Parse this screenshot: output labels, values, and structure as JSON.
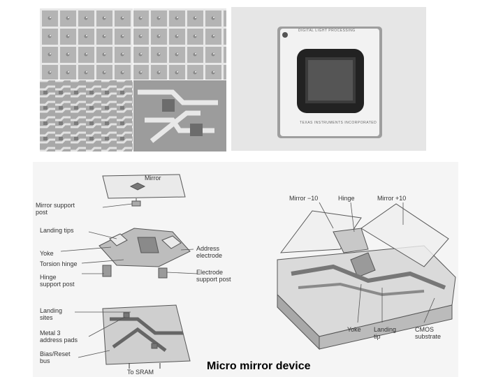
{
  "chip": {
    "top_text": "DIGITAL LIGHT PROCESSING",
    "bottom_text": "TEXAS INSTRUMENTS INCORPORATED"
  },
  "exploded_labels": {
    "mirror": "Mirror",
    "mirror_support_post": "Mirror support\npost",
    "landing_tips": "Landing tips",
    "yoke": "Yoke",
    "torsion_hinge": "Torsion hinge",
    "hinge_support_post": "Hinge\nsupport post",
    "address_electrode": "Address\nelectrode",
    "electrode_support_post": "Electrode\nsupport post",
    "landing_sites": "Landing\nsites",
    "metal3_address_pads": "Metal 3\naddress pads",
    "bias_reset_bus": "Bias/Reset\nbus",
    "to_sram": "To SRAM"
  },
  "assembled_labels": {
    "mirror_minus": "Mirror −10",
    "hinge": "Hinge",
    "mirror_plus": "Mirror +10",
    "yoke": "Yoke",
    "landing_tip": "Landing\ntip",
    "cmos_substrate": "CMOS\nsubstrate"
  },
  "caption": "Micro mirror device"
}
